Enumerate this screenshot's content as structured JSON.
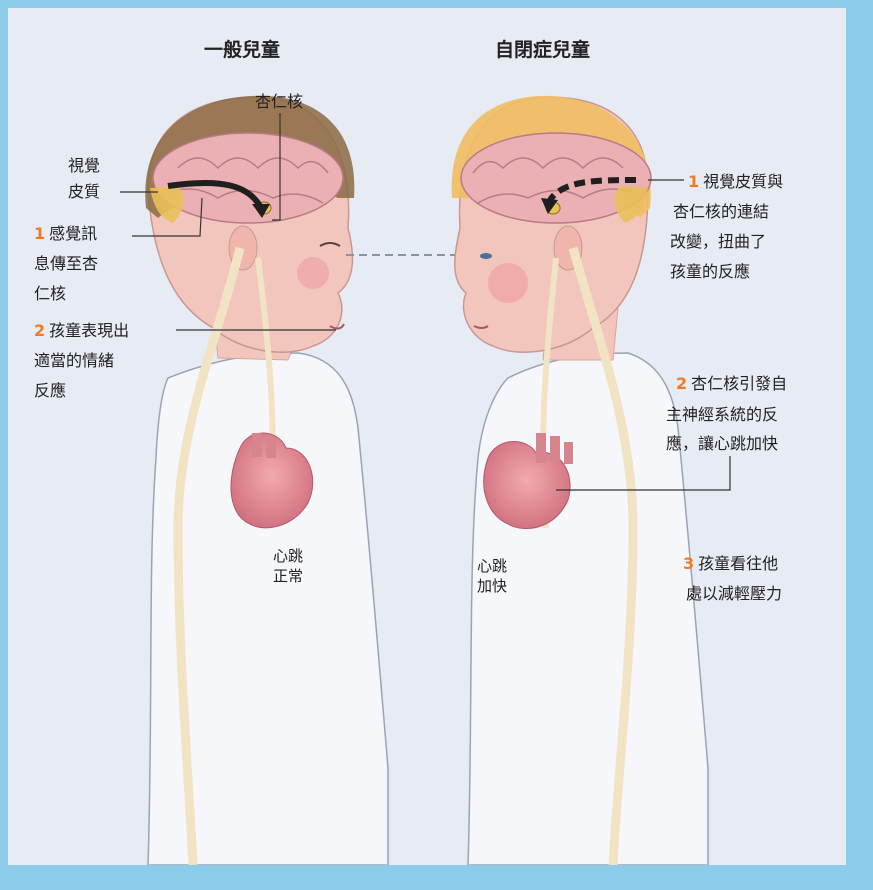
{
  "headings": {
    "left": "一般兒童",
    "right": "自閉症兒童"
  },
  "left": {
    "amygdala": "杏仁核",
    "visual_cortex": [
      "視覺",
      "皮質"
    ],
    "step1": {
      "num": "1",
      "lines": [
        "感覺訊",
        "息傳至杏",
        "仁核"
      ]
    },
    "step2": {
      "num": "2",
      "lines": [
        "孩童表現出",
        "適當的情緒",
        "反應"
      ]
    },
    "heart": [
      "心跳",
      "正常"
    ]
  },
  "right": {
    "step1": {
      "num": "1",
      "lines": [
        "視覺皮質與",
        "杏仁核的連結",
        "改變，扭曲了",
        "孩童的反應"
      ]
    },
    "step2": {
      "num": "2",
      "lines": [
        "杏仁核引發自",
        "主神經系統的反",
        "應，讓心跳加快"
      ]
    },
    "step3": {
      "num": "3",
      "lines": [
        "孩童看往他",
        "處以減輕壓力"
      ]
    },
    "heart": [
      "心跳",
      "加快"
    ]
  },
  "colors": {
    "frame": "#8ccbea",
    "background": "#e6ebf4",
    "number_accent": "#f07a22",
    "skin": "#f3c6bd",
    "hair_left": "#8a6a44",
    "hair_right": "#f1be62"
  }
}
